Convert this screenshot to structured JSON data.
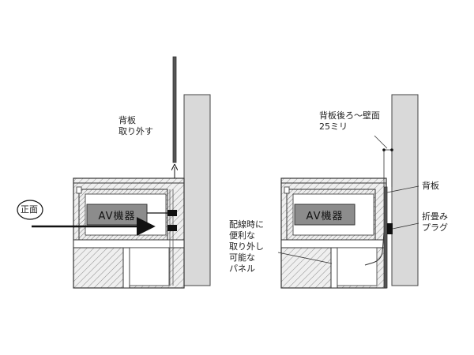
{
  "left_panel": {
    "device_label": "AV機器",
    "front_label": "正面",
    "backboard_label": "背板\n取り外す"
  },
  "right_panel": {
    "device_label": "AV機器",
    "gap_label": "背板後ろ～壁面\n25ミリ",
    "backboard_label": "背板",
    "plug_label": "折畳み\nプラグ",
    "panel_label": "配線時に\n便利な\n取り外し\n可能な\nパネル"
  },
  "colors": {
    "line": "#333333",
    "wall": "#d9d9d9",
    "device": "#8c8c8c",
    "hatch": "#9a9a9a",
    "plug": "#111111"
  }
}
